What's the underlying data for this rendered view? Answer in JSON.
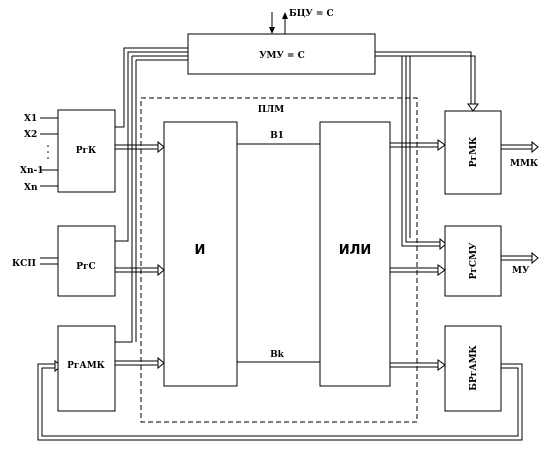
{
  "diagram": {
    "top_signal": "БЦУ = С",
    "blocks": {
      "umu": "УМУ = С",
      "plm": "ПЛМ",
      "and": "И",
      "or": "ИЛИ",
      "rgk": "РгК",
      "rgs": "РгС",
      "rgamk": "РгАМК",
      "rgmk": "РгМК",
      "rgsmu": "РгСМУ",
      "brgamk": "БРгАМК"
    },
    "inputs": {
      "x1": "X1",
      "x2": "X2",
      "xn1": "Xn-1",
      "xn": "Xn",
      "ksp": "КСП"
    },
    "outputs": {
      "mmk": "ММК",
      "mu": "МУ"
    },
    "internal": {
      "b1": "B1",
      "bk": "Bk"
    }
  }
}
